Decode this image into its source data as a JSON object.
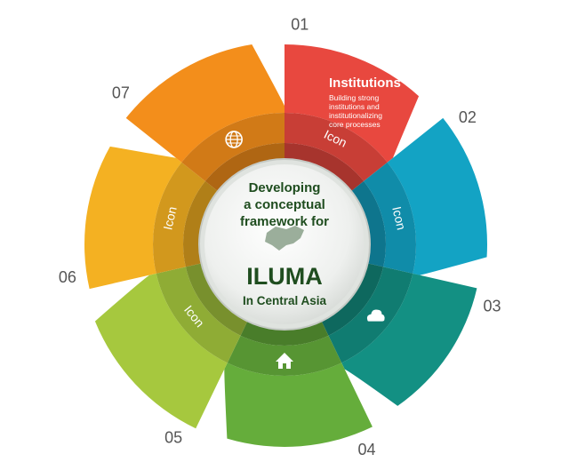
{
  "center": {
    "line1": "Developing",
    "line2": "a conceptual",
    "line3": "framework for",
    "acronym": "ILUMA",
    "region": "In Central Asia"
  },
  "segments": [
    {
      "number": "01",
      "color": "#e8483f",
      "title": "Institutions",
      "desc": [
        "Building strong",
        "institutions and",
        "institutionalizing",
        "core processes"
      ],
      "ring_label": "Icon",
      "icon": "none"
    },
    {
      "number": "02",
      "color": "#13a3c4",
      "ring_label": "Icon",
      "icon": "none"
    },
    {
      "number": "03",
      "color": "#139083",
      "ring_label": "",
      "icon": "cloud-icon"
    },
    {
      "number": "04",
      "color": "#65ad3b",
      "ring_label": "",
      "icon": "home-icon"
    },
    {
      "number": "05",
      "color": "#a6c83e",
      "ring_label": "Icon",
      "icon": "none"
    },
    {
      "number": "06",
      "color": "#f4b122",
      "ring_label": "Icon",
      "icon": "none"
    },
    {
      "number": "07",
      "color": "#f38e1b",
      "ring_label": "",
      "icon": "globe-icon"
    }
  ]
}
